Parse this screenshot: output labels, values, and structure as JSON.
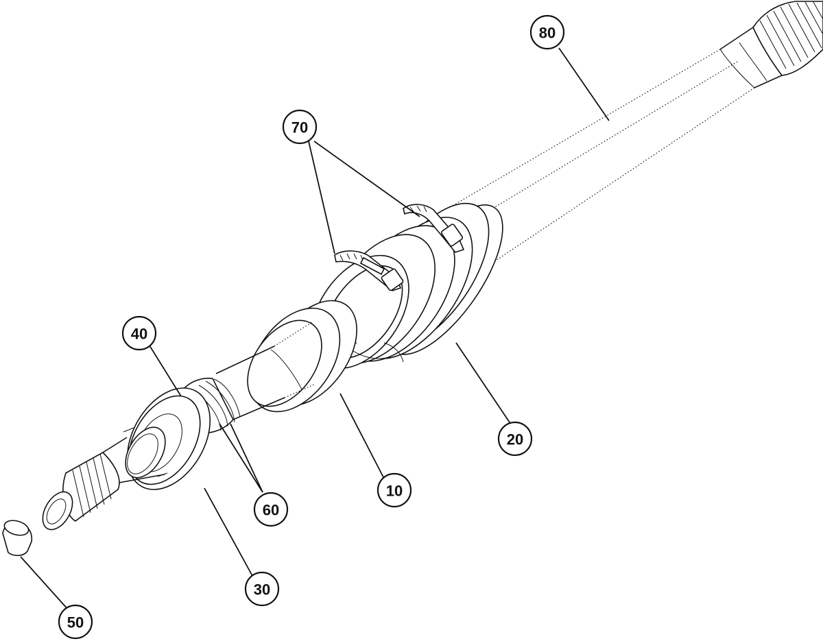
{
  "callouts": {
    "c80": "80",
    "c70": "70",
    "c40": "40",
    "c20": "20",
    "c10": "10",
    "c60": "60",
    "c30": "30",
    "c50": "50"
  }
}
